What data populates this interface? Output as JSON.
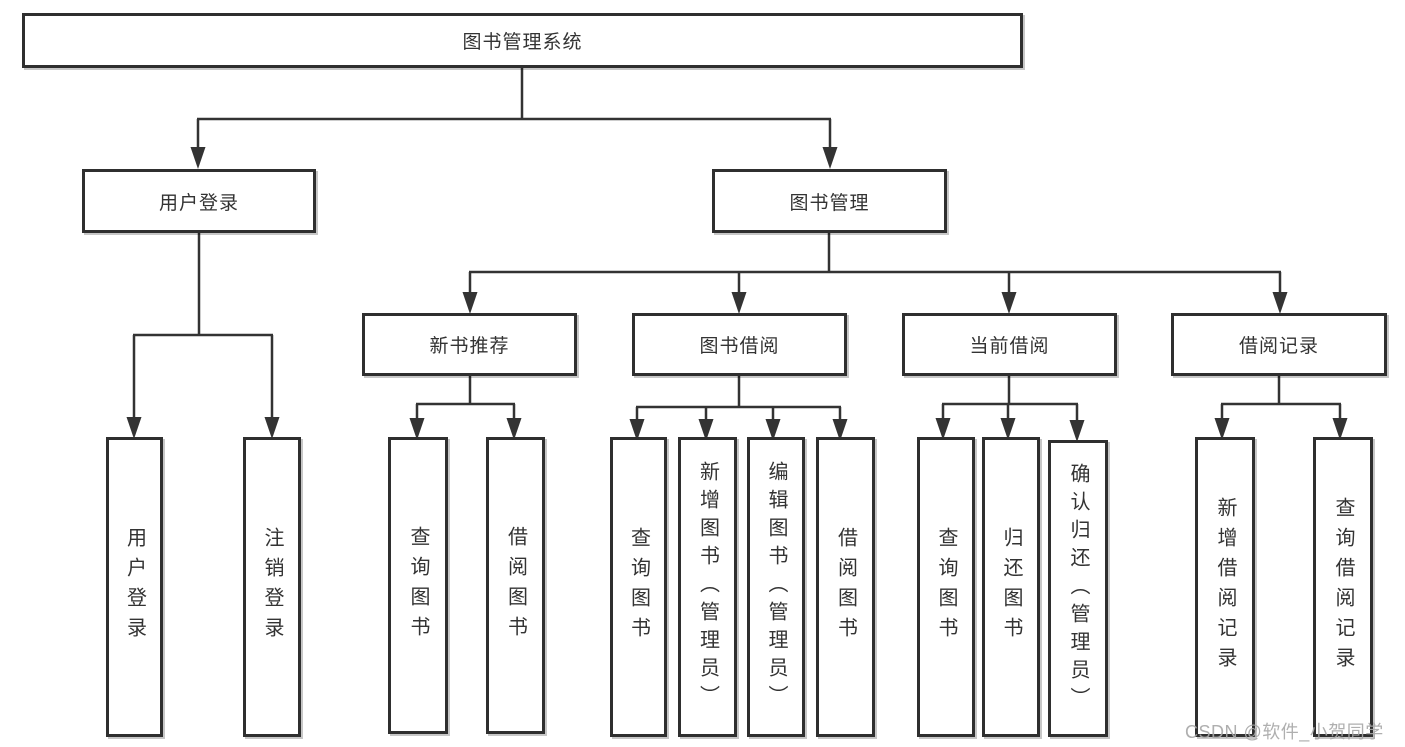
{
  "diagram": {
    "title": "图书管理系统",
    "type": "hierarchy-tree"
  },
  "tree": {
    "label": "图书管理系统",
    "children": [
      {
        "label": "用户登录",
        "children": [
          {
            "label": "用户登录"
          },
          {
            "label": "注销登录"
          }
        ]
      },
      {
        "label": "图书管理",
        "children": [
          {
            "label": "新书推荐",
            "children": [
              {
                "label": "查询图书"
              },
              {
                "label": "借阅图书"
              }
            ]
          },
          {
            "label": "图书借阅",
            "children": [
              {
                "label": "查询图书"
              },
              {
                "label": "新增图书（管理员）"
              },
              {
                "label": "编辑图书（管理员）"
              },
              {
                "label": "借阅图书"
              }
            ]
          },
          {
            "label": "当前借阅",
            "children": [
              {
                "label": "查询图书"
              },
              {
                "label": "归还图书"
              },
              {
                "label": "确认归还（管理员）"
              }
            ]
          },
          {
            "label": "借阅记录",
            "children": [
              {
                "label": "新增借阅记录"
              },
              {
                "label": "查询借阅记录"
              }
            ]
          }
        ]
      }
    ]
  },
  "watermark": {
    "text": "CSDN @软件_小贺同学"
  },
  "colors": {
    "line": "#333333",
    "border": "#2f2f2f",
    "text": "#333333",
    "watermark": "#a8a8a8",
    "background": "#ffffff"
  }
}
